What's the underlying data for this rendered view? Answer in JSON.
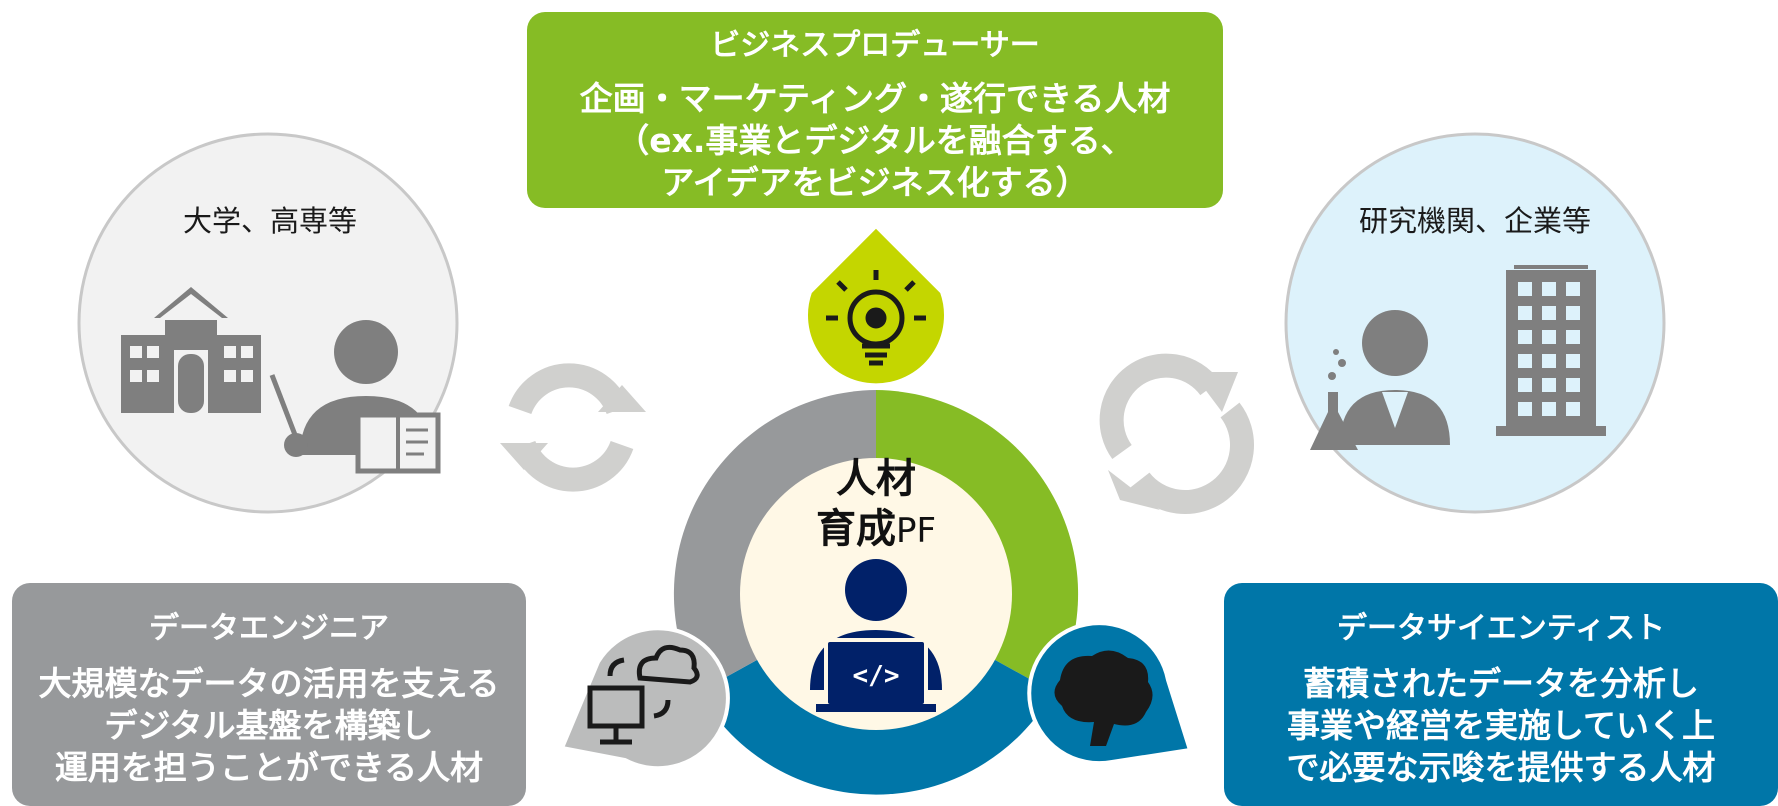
{
  "center": {
    "line1": "人材",
    "line2": "育成",
    "suffix": "PF"
  },
  "business_producer": {
    "title": "ビジネスプロデューサー",
    "lines": [
      "企画・マーケティング・遂行できる人材",
      "（ex.事業とデジタルを融合する、",
      "アイデアをビジネス化する）"
    ],
    "color": "#86BC25"
  },
  "data_engineer": {
    "title": "データエンジニア",
    "lines": [
      "大規模なデータの活用を支える",
      "デジタル基盤を構築し",
      "運用を担うことができる人材"
    ],
    "color": "#97999B"
  },
  "data_scientist": {
    "title": "データサイエンティスト",
    "lines": [
      "蓄積されたデータを分析し",
      "事業や経営を実施していく上",
      "で必要な示唆を提供する人材"
    ],
    "color": "#0076A8"
  },
  "left_circle": {
    "label": "大学、高専等",
    "icons": [
      "school-building-icon",
      "teacher-with-pointer-icon"
    ]
  },
  "right_circle": {
    "label": "研究機関、企業等",
    "icons": [
      "scientist-with-flask-icon",
      "office-building-icon"
    ]
  },
  "drops": [
    {
      "icon": "lightbulb-gear-icon",
      "color": "#C4D600"
    },
    {
      "icon": "computer-cloud-sync-icon",
      "color": "#BBBCBC"
    },
    {
      "icon": "brain-icon",
      "color": "#0076A8"
    }
  ],
  "colors": {
    "ring_gray": "#97999B",
    "ring_green": "#86BC25",
    "ring_blue": "#0076A8",
    "center_fill": "#FFF8E6",
    "person_navy": "#012169",
    "icon_gray": "#7F7F7F",
    "cycle_arrows": "#D0D0CE"
  }
}
